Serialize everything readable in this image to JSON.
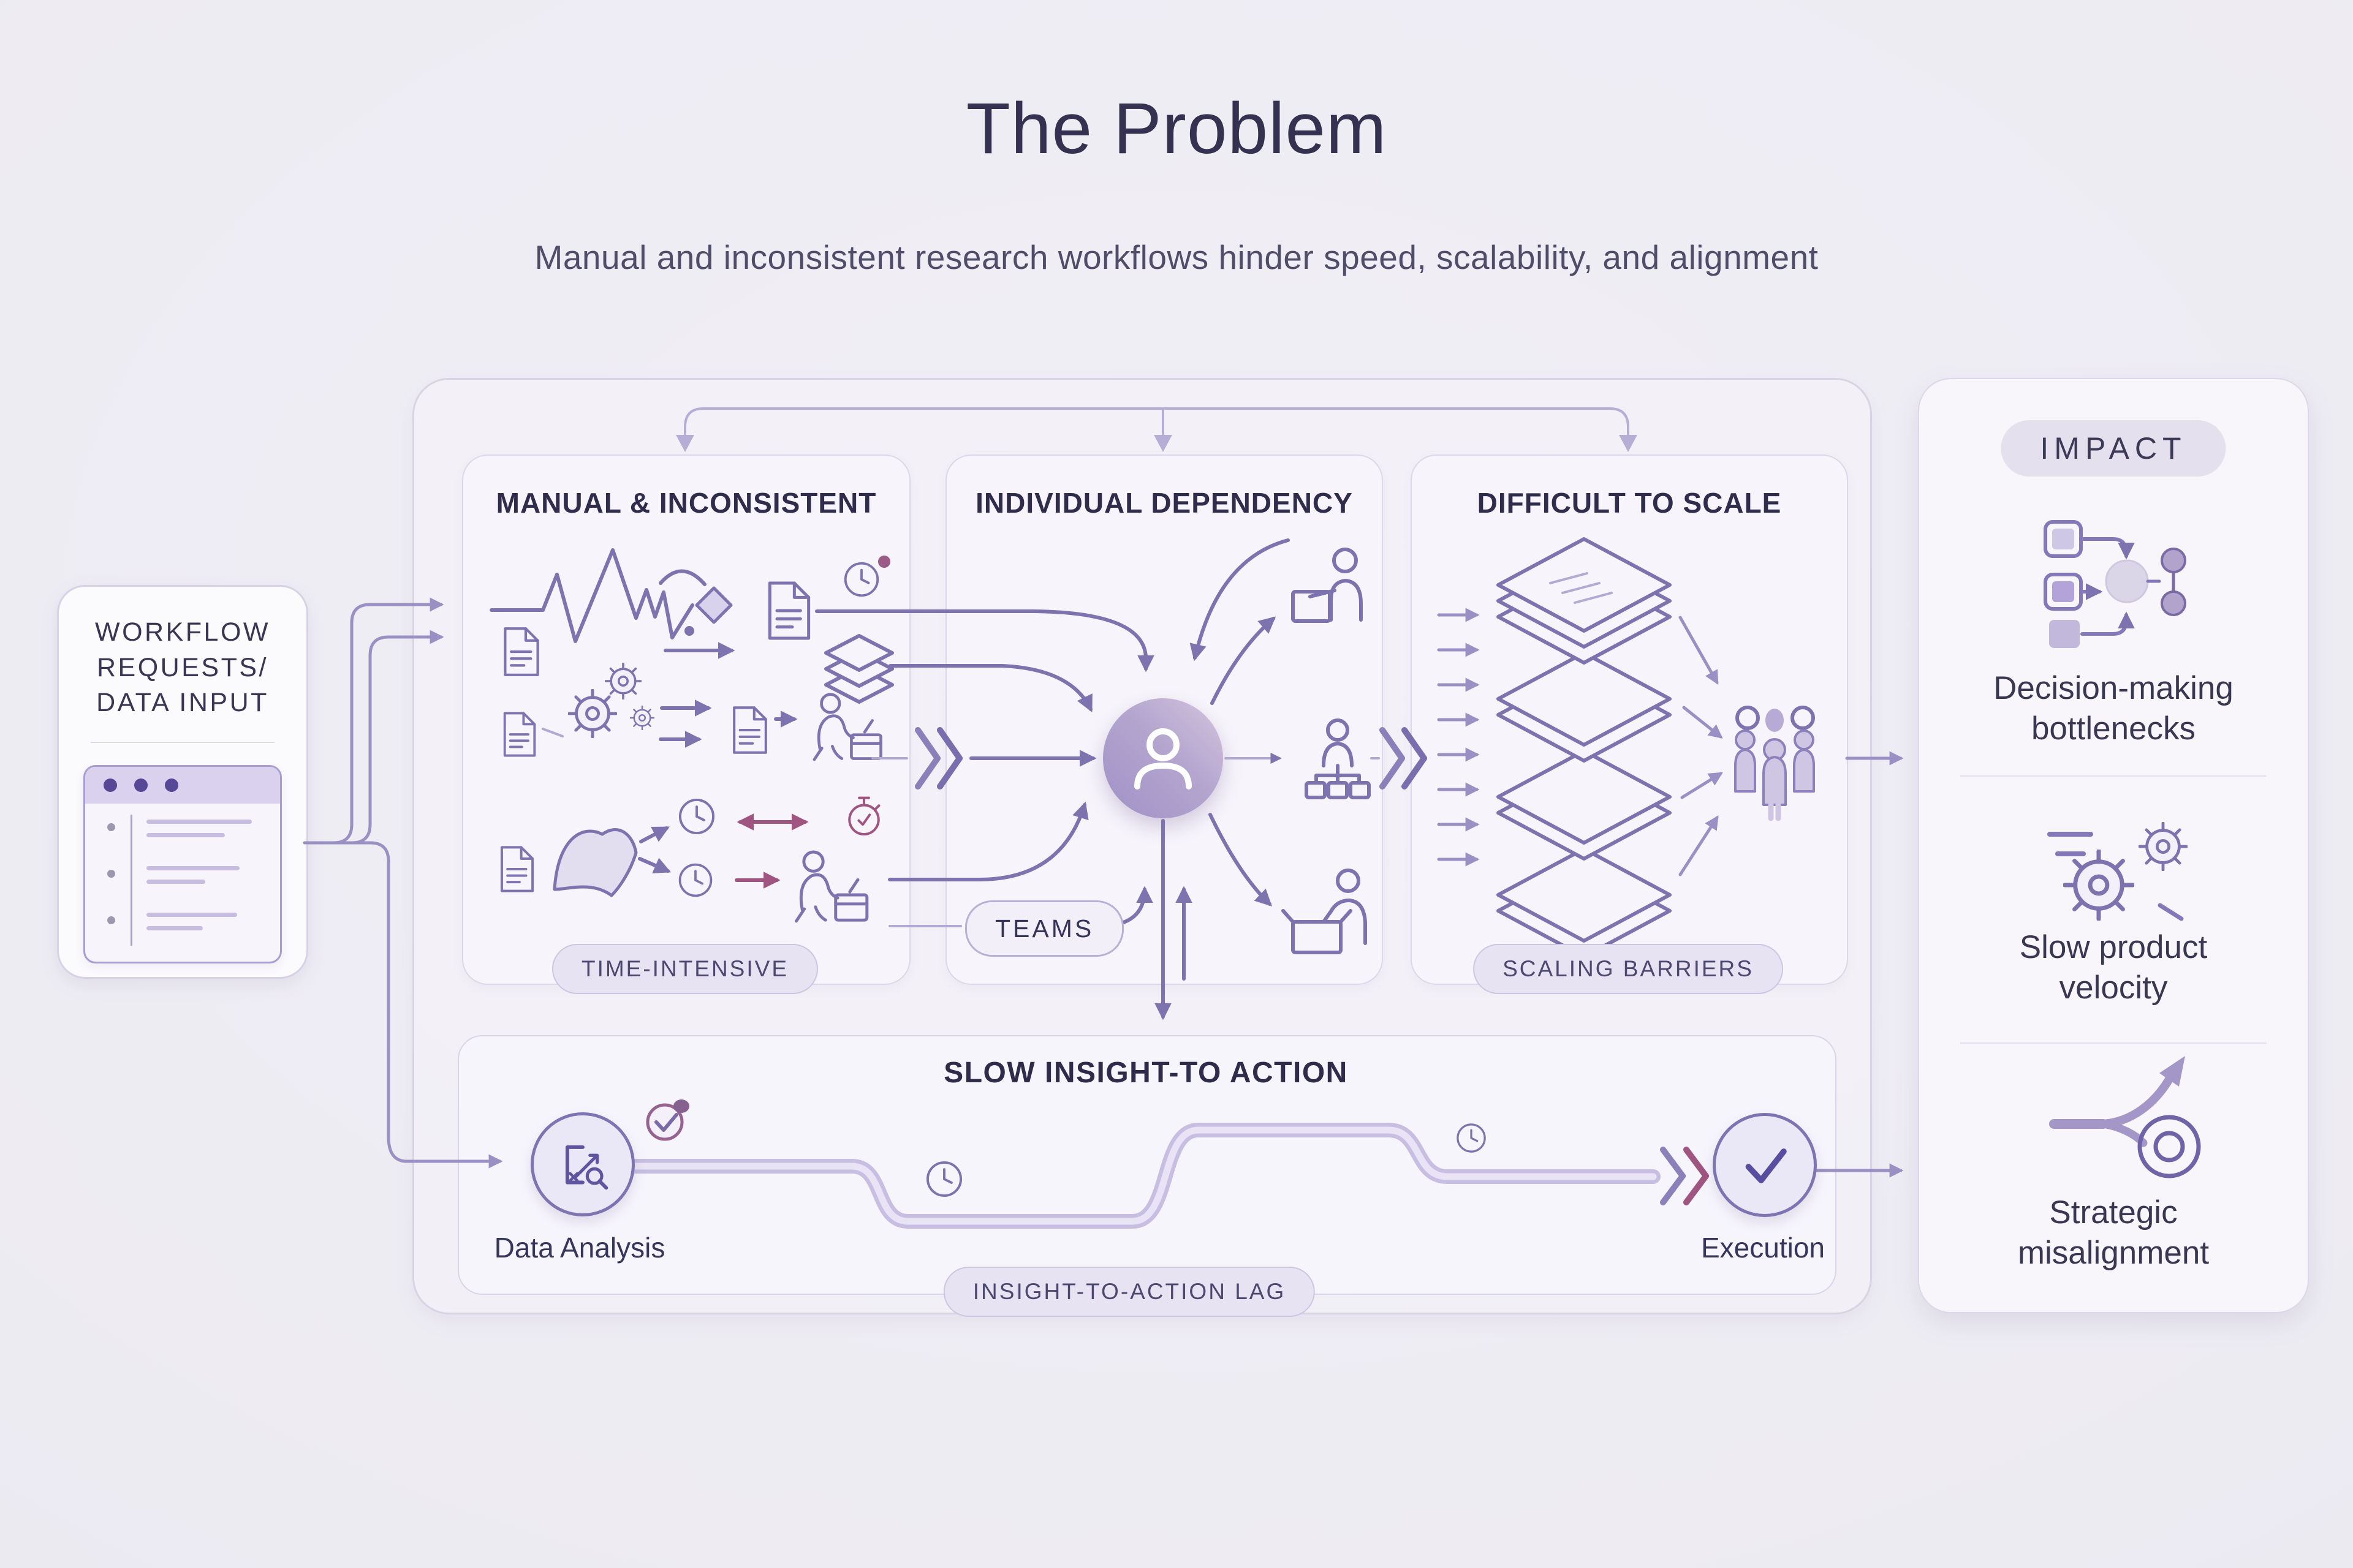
{
  "page": {
    "title": "The Problem",
    "subtitle": "Manual and inconsistent research workflows hinder speed, scalability, and alignment"
  },
  "input_box": {
    "lines": [
      "WORKFLOW",
      "REQUESTS/",
      "DATA INPUT"
    ]
  },
  "panels": [
    {
      "title": "MANUAL & INCONSISTENT",
      "badge": "TIME-INTENSIVE"
    },
    {
      "title": "INDIVIDUAL DEPENDENCY",
      "badge": "TEAMS"
    },
    {
      "title": "DIFFICULT TO SCALE",
      "badge": "SCALING BARRIERS"
    }
  ],
  "flow": {
    "title": "SLOW INSIGHT-TO ACTION",
    "start_label": "Data Analysis",
    "end_label": "Execution",
    "badge": "INSIGHT-TO-ACTION LAG"
  },
  "impact": {
    "title": "IMPACT",
    "items": [
      {
        "icon": "flowchart-icon",
        "label": "Decision-making bottlenecks"
      },
      {
        "icon": "gears-icon",
        "label": "Slow product velocity"
      },
      {
        "icon": "diverging-path-target-icon",
        "label": "Strategic misalignment"
      }
    ]
  },
  "colors": {
    "bg": "#edebf2",
    "ink": "#343250",
    "subtle": "#504d6b",
    "accent": "#7d73ae",
    "accent-strong": "#5b4fa0",
    "accent-light": "#9a90c3",
    "pink": "#a05580",
    "panel-fill": "#f5f3fa",
    "panel-border": "#dcd7eb",
    "pill-fill": "#e8e3f3",
    "pill-border": "#cdc5e2",
    "pill-ink": "#4c4870",
    "node-fill": "#eae7f6",
    "node-border": "#7f74b2"
  }
}
